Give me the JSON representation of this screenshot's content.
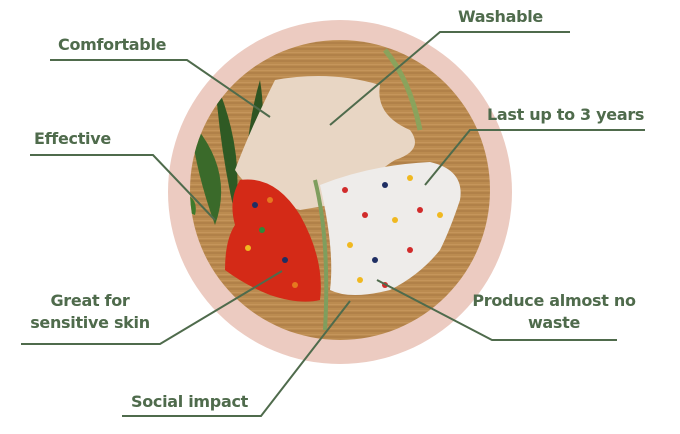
{
  "colors": {
    "text": "#4f6b4c",
    "line": "#4f6b4c",
    "ring": "#eccbc1",
    "wood": "#b98a4e"
  },
  "labels": {
    "washable": "Washable",
    "comfortable": "Comfortable",
    "effective": "Effective",
    "last": "Last up to 3 years",
    "great_1": "Great for",
    "great_2": "sensitive skin",
    "produce_1": "Produce almost no",
    "produce_2": "waste",
    "social": "Social impact"
  }
}
